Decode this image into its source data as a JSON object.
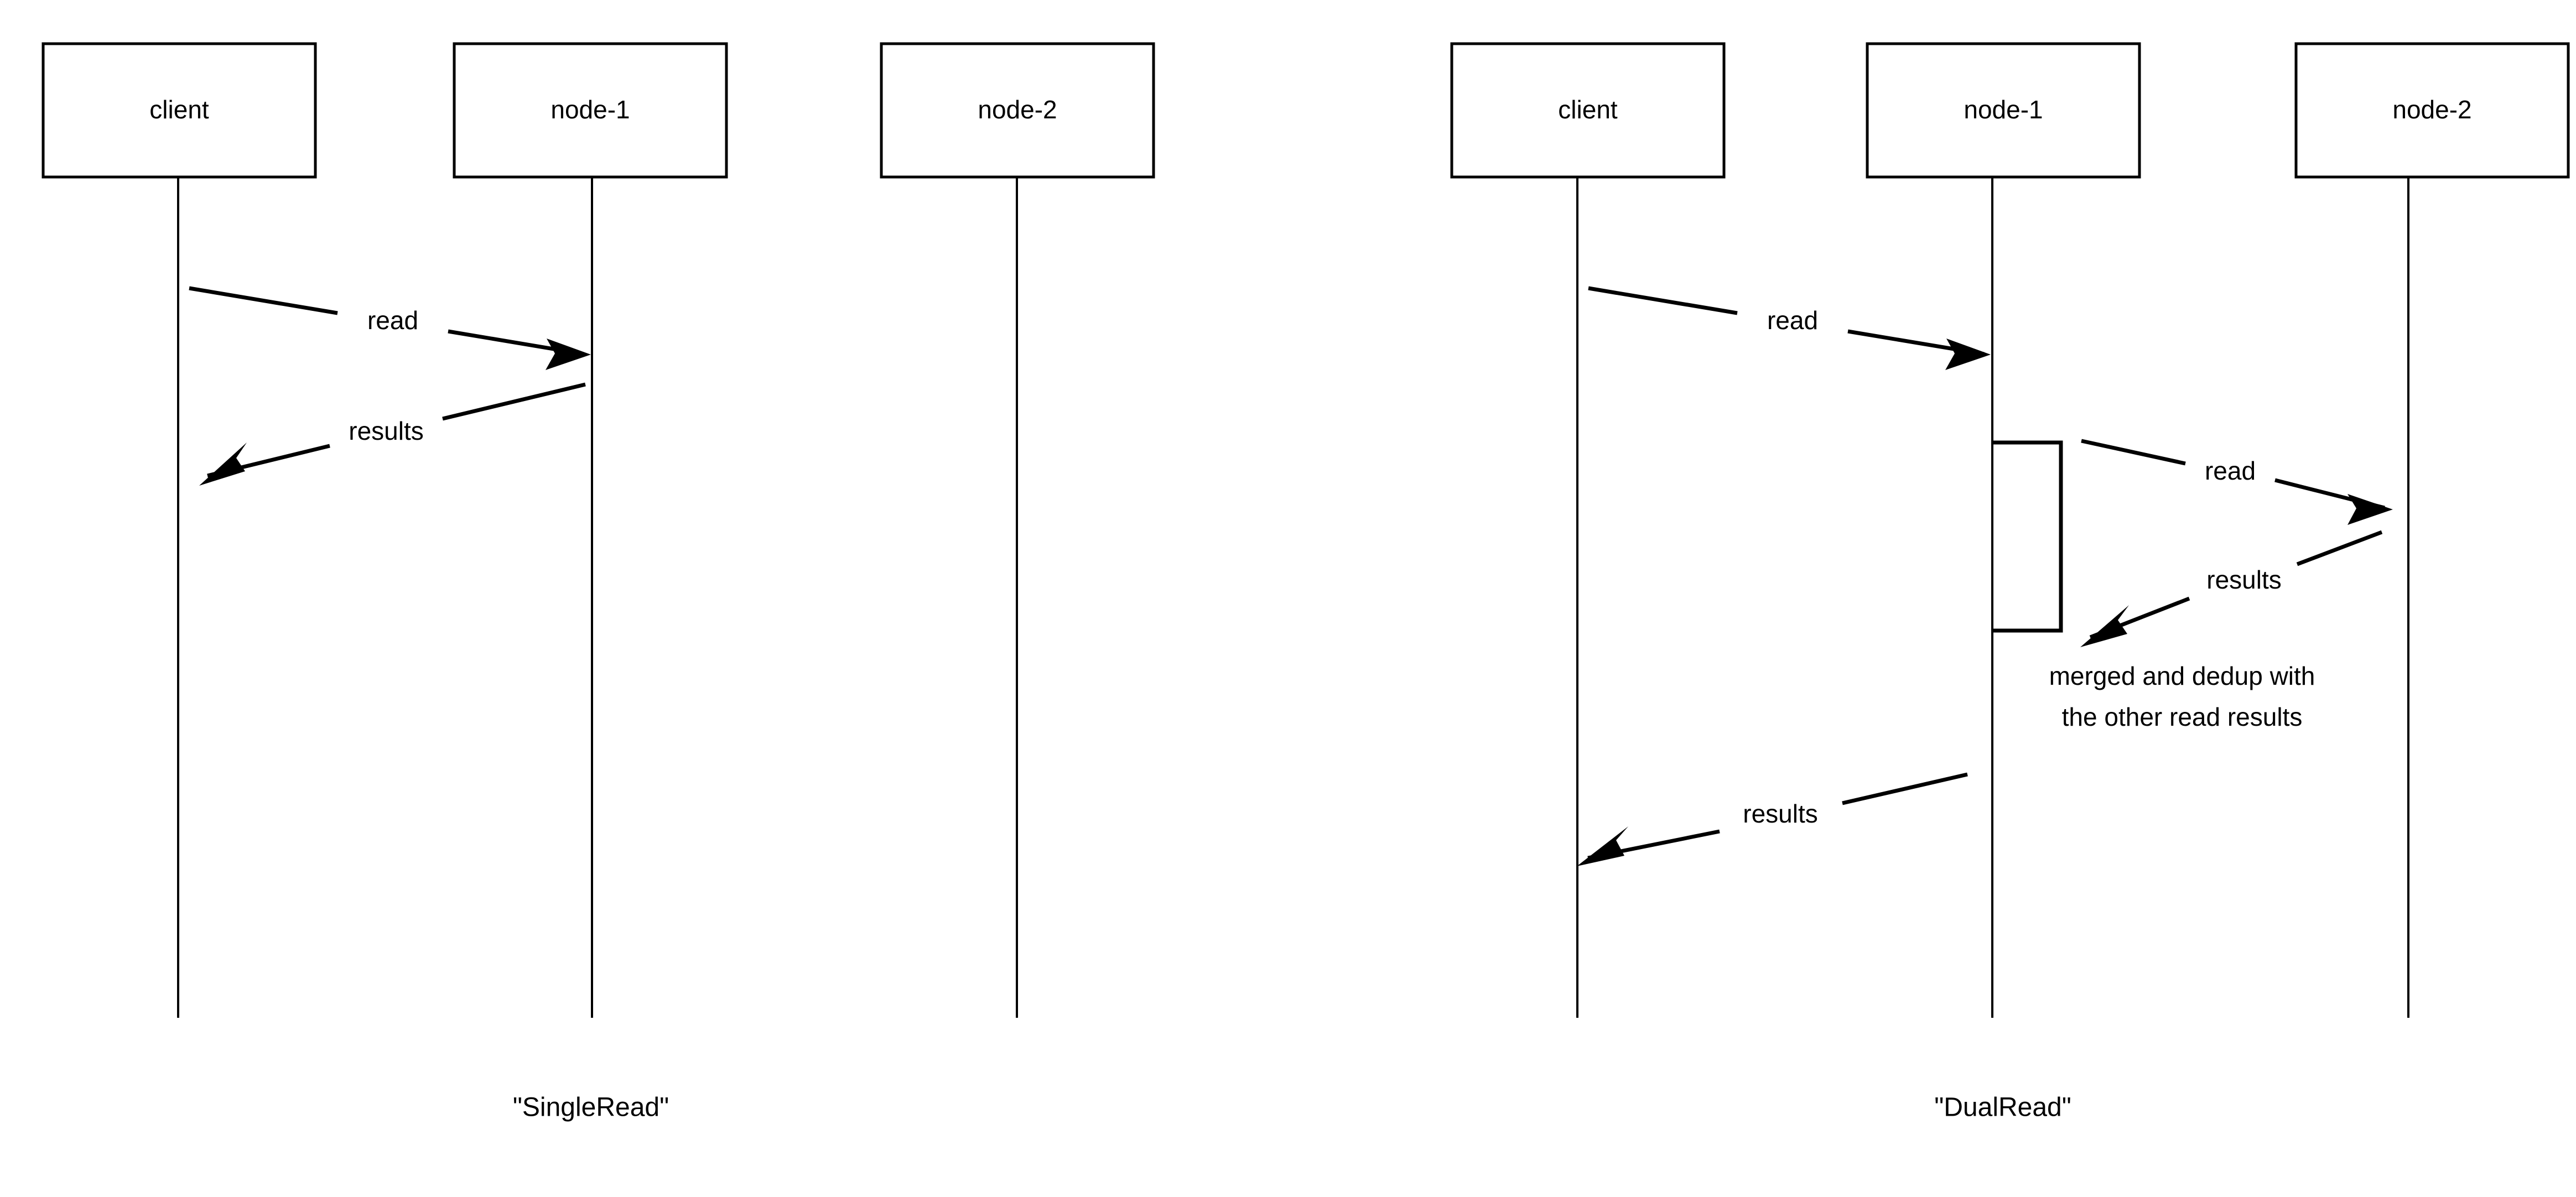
{
  "diagram": {
    "type": "uml-sequence-diagram",
    "background_color": "#ffffff",
    "stroke_color": "#000000",
    "panels": [
      {
        "id": "single-read",
        "caption": "\"SingleRead\"",
        "participants": [
          {
            "id": "client",
            "label": "client"
          },
          {
            "id": "node-1",
            "label": "node-1"
          },
          {
            "id": "node-2",
            "label": "node-2"
          }
        ],
        "messages": [
          {
            "id": "m1",
            "label": "read",
            "from": "client",
            "to": "node-1",
            "direction": "right"
          },
          {
            "id": "m2",
            "label": "results",
            "from": "node-1",
            "to": "client",
            "direction": "left"
          }
        ],
        "activations": [],
        "notes": []
      },
      {
        "id": "dual-read",
        "caption": "\"DualRead\"",
        "participants": [
          {
            "id": "client",
            "label": "client"
          },
          {
            "id": "node-1",
            "label": "node-1"
          },
          {
            "id": "node-2",
            "label": "node-2"
          }
        ],
        "messages": [
          {
            "id": "m1",
            "label": "read",
            "from": "client",
            "to": "node-1",
            "direction": "right"
          },
          {
            "id": "m2",
            "label": "read",
            "from": "node-1",
            "to": "node-2",
            "direction": "right"
          },
          {
            "id": "m3",
            "label": "results",
            "from": "node-2",
            "to": "node-1",
            "direction": "left"
          },
          {
            "id": "m4",
            "label": "results",
            "from": "node-1",
            "to": "client",
            "direction": "left"
          }
        ],
        "activations": [
          {
            "id": "a1",
            "on": "node-1",
            "style": "open-left-bracket"
          }
        ],
        "notes": [
          {
            "id": "n1",
            "on": "node-1",
            "lines": [
              "merged and dedup with",
              "the other read results"
            ]
          }
        ]
      }
    ]
  },
  "labels": {
    "left": {
      "box_client": "client",
      "box_node1": "node-1",
      "box_node2": "node-2",
      "msg_read": "read",
      "msg_results": "results",
      "caption": "\"SingleRead\""
    },
    "right": {
      "box_client": "client",
      "box_node1": "node-1",
      "box_node2": "node-2",
      "msg_read_client_node1": "read",
      "msg_read_node1_node2": "read",
      "msg_results_node2_node1": "results",
      "msg_results_node1_client": "results",
      "note_line1": "merged and dedup with",
      "note_line2": "the other read results",
      "caption": "\"DualRead\""
    }
  }
}
